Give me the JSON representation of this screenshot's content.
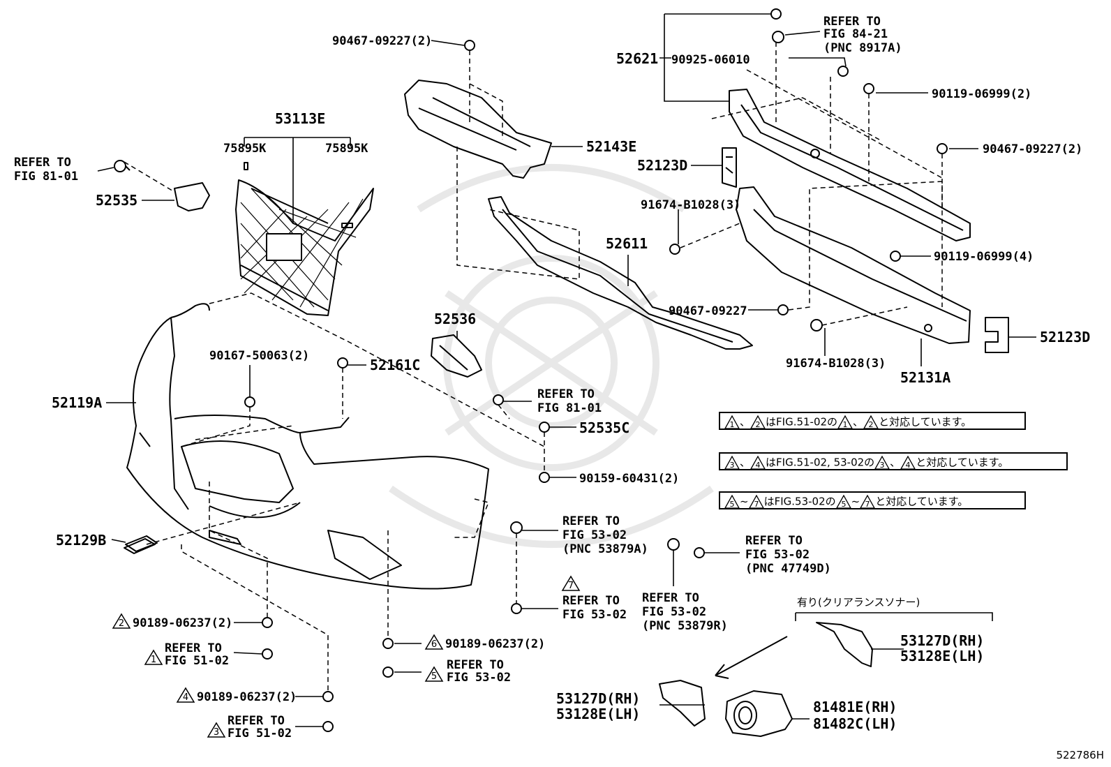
{
  "figure_id": "522786H",
  "callouts": {
    "c01": "90467-09227(2)",
    "c02": "REFER TO",
    "c03": "FIG 84-21",
    "c04": "(PNC 8917A)",
    "c05": "52621",
    "c06": "90925-06010",
    "c07": "90119-06999(2)",
    "c08": "53113E",
    "c09": "75895K",
    "c10": "75895K",
    "c11": "REFER TO",
    "c12": "FIG 81-01",
    "c13": "52535",
    "c14": "52143E",
    "c15": "90467-09227(2)",
    "c16": "52123D",
    "c17": "91674-B1028(3)",
    "c18": "52611",
    "c19": "90119-06999(4)",
    "c20": "90467-09227",
    "c21": "52536",
    "c22": "52123D",
    "c23": "91674-B1028(3)",
    "c24": "52131A",
    "c25": "90167-50063(2)",
    "c26": "52161C",
    "c27": "52119A",
    "c28": "REFER TO",
    "c29": "FIG 81-01",
    "c30": "52535C",
    "c31": "90159-60431(2)",
    "c32": "52129B",
    "c33": "REFER TO",
    "c34": "FIG 53-02",
    "c35": "(PNC 53879A)",
    "c36": "REFER TO",
    "c37": "FIG 53-02",
    "c38": "(PNC 47749D)",
    "c39": "REFER TO",
    "c40": "FIG 53-02",
    "c41": "REFER TO",
    "c42": "FIG 53-02",
    "c43": "(PNC 53879R)",
    "c44": "90189-06237(2)",
    "c45": "REFER TO",
    "c46": "FIG 51-02",
    "c47": "90189-06237(2)",
    "c48": "REFER TO",
    "c49": "FIG 53-02",
    "c50": "90189-06237(2)",
    "c51": "REFER TO",
    "c52": "FIG 51-02",
    "c53": "53127D(RH)",
    "c54": "53128E(LH)",
    "c55": "53127D(RH)",
    "c56": "53128E(LH)",
    "c57": "81481E(RH)",
    "c58": "81482C(LH)"
  },
  "triangle_marks": {
    "t1": "2",
    "t2": "1",
    "t3": "6",
    "t4": "5",
    "t5": "4",
    "t6": "3",
    "t7": "7"
  },
  "group_header": "有り(クリアランスソナー)",
  "notes": [
    {
      "a": "1",
      "sep": "、",
      "b": "2",
      "text1": "はFIG.51-02の",
      "c": "1",
      "sep2": "、",
      "d": "2",
      "text2": "と対応しています。"
    },
    {
      "a": "3",
      "sep": "、",
      "b": "4",
      "text1": "はFIG.51-02, 53-02の",
      "c": "3",
      "sep2": "、",
      "d": "4",
      "text2": "と対応しています。"
    },
    {
      "a": "5",
      "sep": "~",
      "b": "7",
      "text1": "はFIG.53-02の",
      "c": "5",
      "sep2": "~",
      "d": "7",
      "text2": "と対応しています。"
    }
  ],
  "colors": {
    "ink": "#000000",
    "paper": "#ffffff",
    "watermark": "#e6e6e6"
  }
}
